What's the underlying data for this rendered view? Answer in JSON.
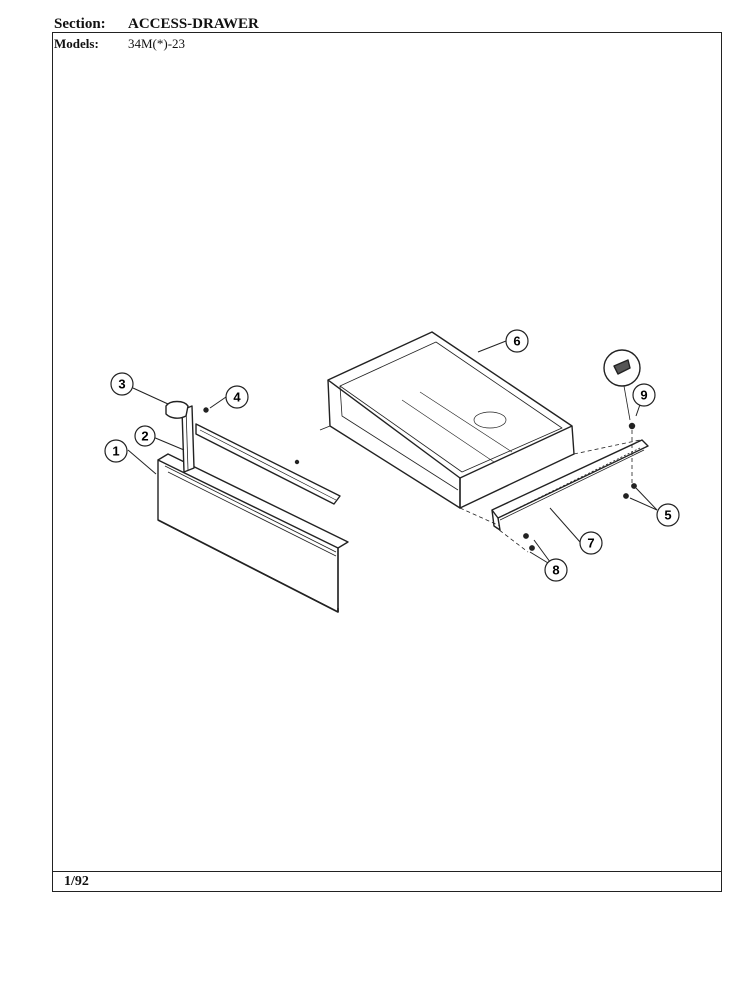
{
  "header": {
    "section_label": "Section:",
    "section_value": "ACCESS-DRAWER",
    "models_label": "Models:",
    "models_value": "34M(*)-23"
  },
  "footer": {
    "date": "1/92"
  },
  "callouts": [
    "1",
    "2",
    "3",
    "4",
    "5",
    "6",
    "7",
    "8",
    "9"
  ]
}
